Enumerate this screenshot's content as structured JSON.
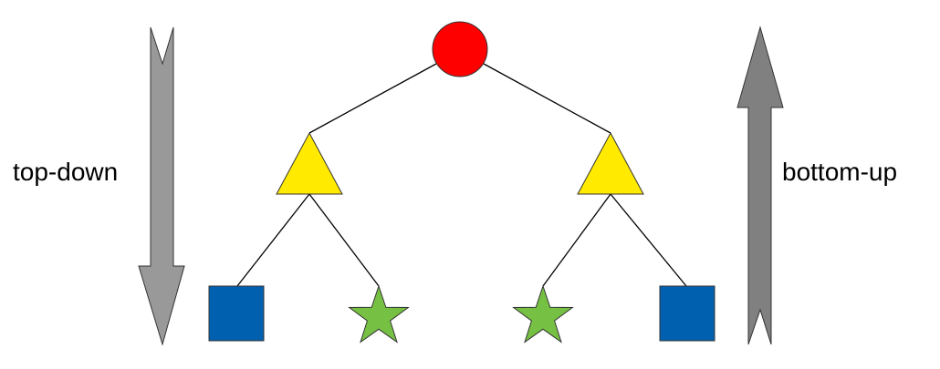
{
  "labels": {
    "left": "top-down",
    "right": "bottom-up"
  },
  "colors": {
    "root_circle": "#ff0000",
    "triangle": "#ffea00",
    "square": "#0060b0",
    "star": "#76c043",
    "arrow_left": "#999999",
    "arrow_right": "#808080",
    "edge": "#000000"
  },
  "tree": {
    "root": "circle",
    "level_1": [
      "triangle",
      "triangle"
    ],
    "level_2": [
      "square",
      "star",
      "star",
      "square"
    ]
  }
}
